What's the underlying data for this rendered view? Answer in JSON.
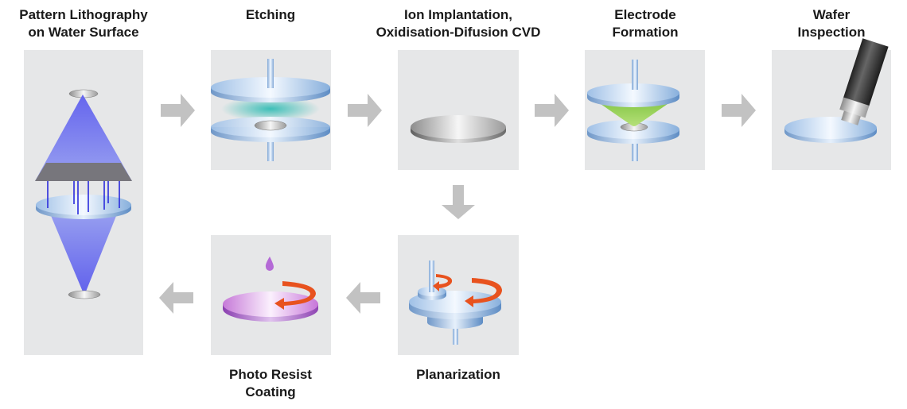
{
  "steps": {
    "lithography": {
      "line1": "Pattern Lithography",
      "line2": "on Water Surface"
    },
    "etching": {
      "line1": "Etching"
    },
    "ion": {
      "line1": "Ion Implantation,",
      "line2": "Oxidisation-Difusion CVD"
    },
    "electrode": {
      "line1": "Electrode",
      "line2": "Formation"
    },
    "inspection": {
      "line1": "Wafer",
      "line2": "Inspection"
    },
    "planarization": {
      "line1": "Planarization"
    },
    "photoresist": {
      "line1": "Photo Resist",
      "line2": "Coating"
    }
  },
  "colors": {
    "panel": "#e6e7e8",
    "arrow": "#c2c2c2",
    "light": "#6f6ff0",
    "wafer": "#a9c8e8",
    "etch_plasma": "#4cc3bd",
    "electrode_cone": "#8fcf4a",
    "resist": "#b06ad0",
    "rotation": "#e8521e"
  }
}
